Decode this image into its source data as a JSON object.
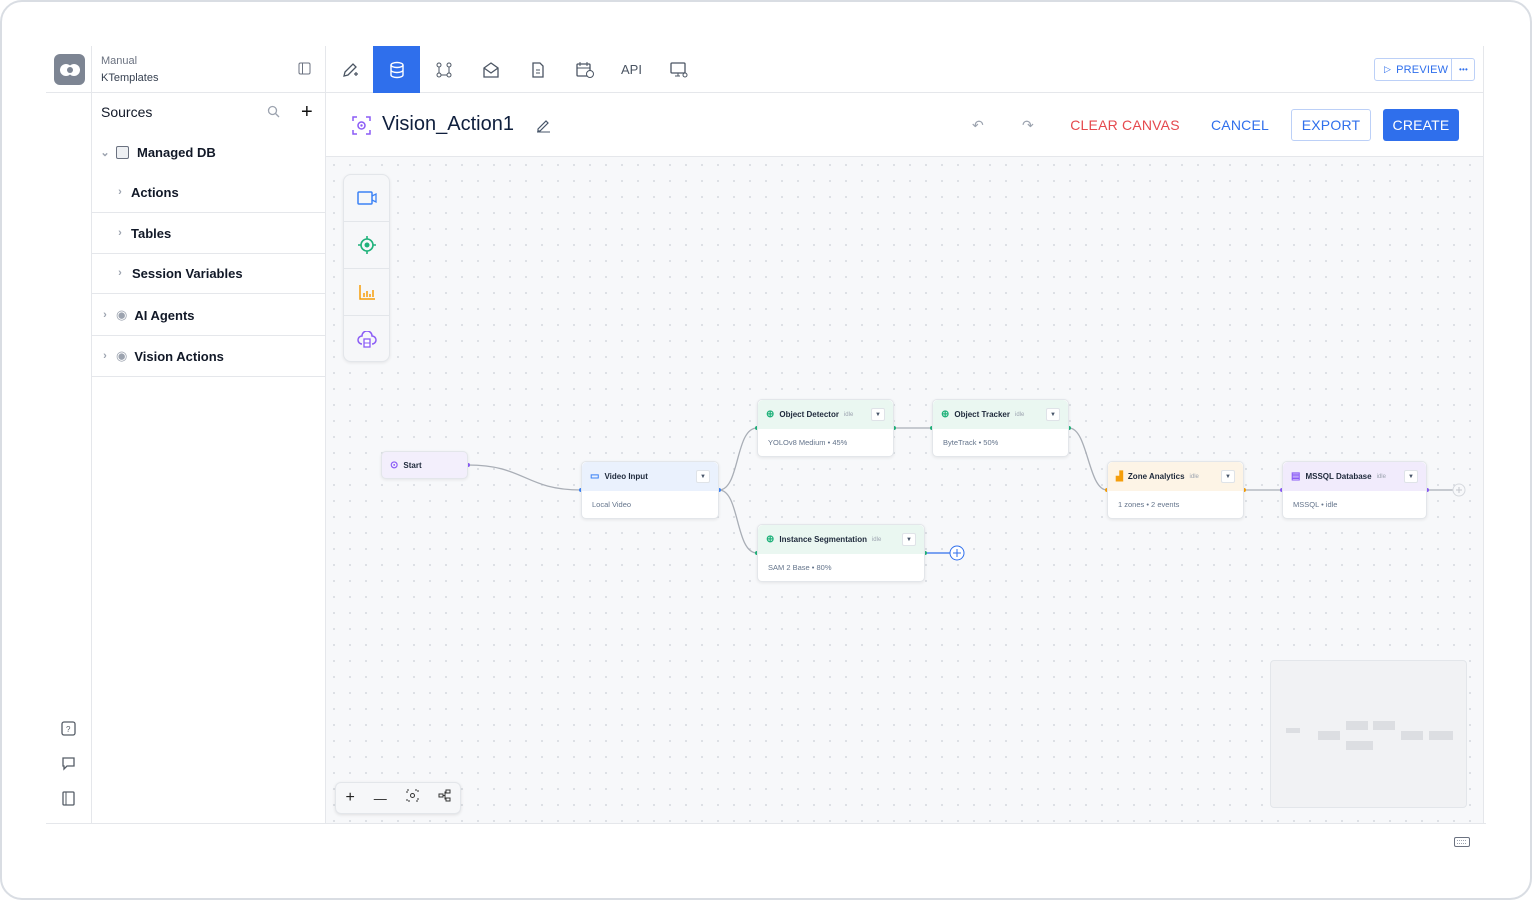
{
  "workspace": {
    "label": "Manual",
    "name": "KTemplates"
  },
  "toolbar": {
    "tabs": [
      {
        "icon": "pencil-plus-icon"
      },
      {
        "icon": "database-icon",
        "active": true
      },
      {
        "icon": "workflow-icon"
      },
      {
        "icon": "mail-icon"
      },
      {
        "icon": "document-icon"
      },
      {
        "icon": "calendar-clock-icon"
      },
      {
        "label": "API"
      },
      {
        "icon": "monitor-settings-icon"
      }
    ],
    "preview": "PREVIEW",
    "more": "•••"
  },
  "sidebar": {
    "title": "Sources",
    "items": [
      {
        "label": "Managed DB",
        "expanded": true
      },
      {
        "label": "Actions"
      },
      {
        "label": "Tables"
      },
      {
        "label": "Session Variables"
      },
      {
        "label": "AI Agents"
      },
      {
        "label": "Vision Actions"
      }
    ]
  },
  "header": {
    "title": "Vision_Action1",
    "clear": "CLEAR CANVAS",
    "cancel": "CANCEL",
    "export": "EXPORT",
    "create": "CREATE"
  },
  "nodes": {
    "start": {
      "title": "Start"
    },
    "video": {
      "title": "Video Input",
      "detail": "Local Video"
    },
    "detector": {
      "title": "Object Detector",
      "status": "idle",
      "detail": "YOLOv8 Medium • 45%"
    },
    "segmentation": {
      "title": "Instance Segmentation",
      "status": "idle",
      "detail": "SAM 2 Base • 80%"
    },
    "tracker": {
      "title": "Object Tracker",
      "status": "idle",
      "detail": "ByteTrack • 50%"
    },
    "zone": {
      "title": "Zone Analytics",
      "status": "idle",
      "detail": "1 zones • 2 events"
    },
    "mssql": {
      "title": "MSSQL Database",
      "status": "idle",
      "detail": "MSSQL • idle"
    }
  },
  "zoom_controls": {
    "zoom_in": "+",
    "zoom_out": "—"
  },
  "colors": {
    "accent": "#2f6fec",
    "danger": "#e5484d",
    "green": "#1fb27a",
    "orange": "#f59e0b",
    "purple": "#8b5cf6"
  }
}
